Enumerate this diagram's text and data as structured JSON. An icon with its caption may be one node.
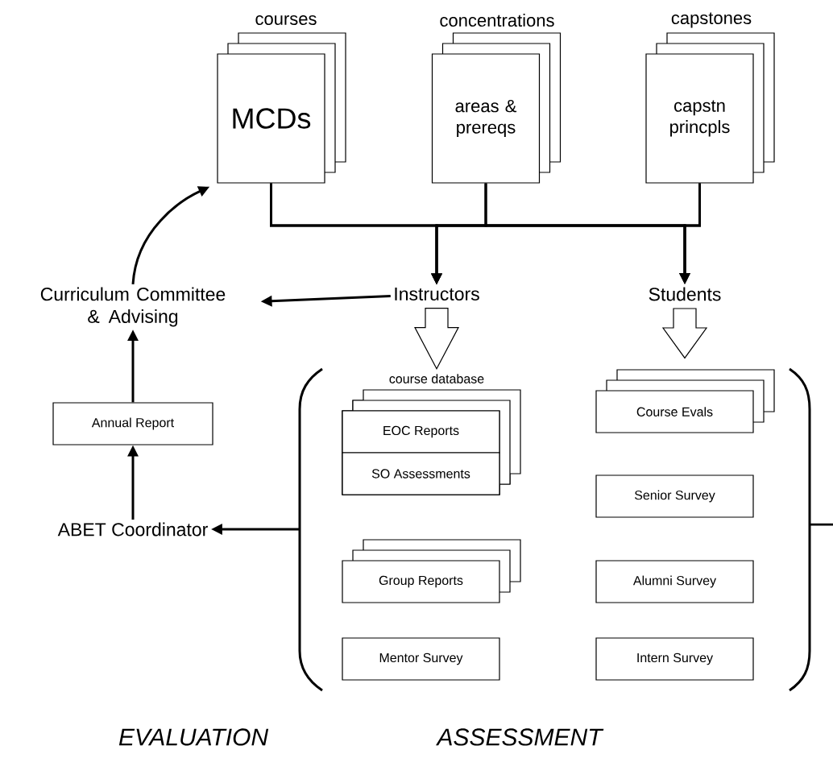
{
  "diagram": {
    "nodes": [
      {
        "text": [
          "courses",
          "MCDs"
        ]
      },
      {
        "text": [
          "concentrations",
          "areas & prereqs"
        ]
      },
      {
        "text": [
          "capstones",
          "capstn princpls"
        ]
      },
      {
        "text": [
          "Instructors"
        ]
      },
      {
        "text": [
          "Students"
        ]
      },
      {
        "text": [
          "Curriculum Committee & Advising"
        ]
      },
      {
        "text": [
          "Annual Report"
        ]
      },
      {
        "text": [
          "ABET Coordinator"
        ]
      },
      {
        "text": [],
        "shape": "bracket"
      },
      {
        "text": [
          "course database"
        ],
        "in": 8
      },
      {
        "text": [
          "EOC Reports"
        ],
        "in": 9
      },
      {
        "text": [
          "SO Assessments"
        ],
        "in": 9
      },
      {
        "text": [
          "Group Reports"
        ],
        "in": 8
      },
      {
        "text": [
          "Mentor Survey"
        ],
        "in": 8
      },
      {
        "text": [
          "Course Evals"
        ],
        "in": 8
      },
      {
        "text": [
          "Senior Survey"
        ],
        "in": 8
      },
      {
        "text": [
          "Alumni Survey"
        ],
        "in": 8
      },
      {
        "text": [
          "Intern Survey"
        ],
        "in": 8
      }
    ],
    "edges": [
      {
        "from": 0,
        "to": 3,
        "arrow": "to"
      },
      {
        "from": 1,
        "to": 3,
        "arrow": "to"
      },
      {
        "from": 2,
        "to": 3,
        "arrow": "to"
      },
      {
        "from": 0,
        "to": 4,
        "arrow": "to"
      },
      {
        "from": 1,
        "to": 4,
        "arrow": "to"
      },
      {
        "from": 2,
        "to": 4,
        "arrow": "to"
      },
      {
        "from": 3,
        "to": 5,
        "arrow": "to"
      },
      {
        "from": 3,
        "to": 9,
        "arrow": "to"
      },
      {
        "from": 4,
        "to": 14,
        "arrow": "to"
      },
      {
        "from": 8,
        "to": 7,
        "arrow": "to"
      },
      {
        "from": 7,
        "to": 6,
        "arrow": "to"
      },
      {
        "from": 6,
        "to": 5,
        "arrow": "to"
      },
      {
        "from": 5,
        "to": 0,
        "arrow": "to"
      }
    ],
    "labels": [
      "EVALUATION",
      "ASSESSMENT"
    ]
  }
}
